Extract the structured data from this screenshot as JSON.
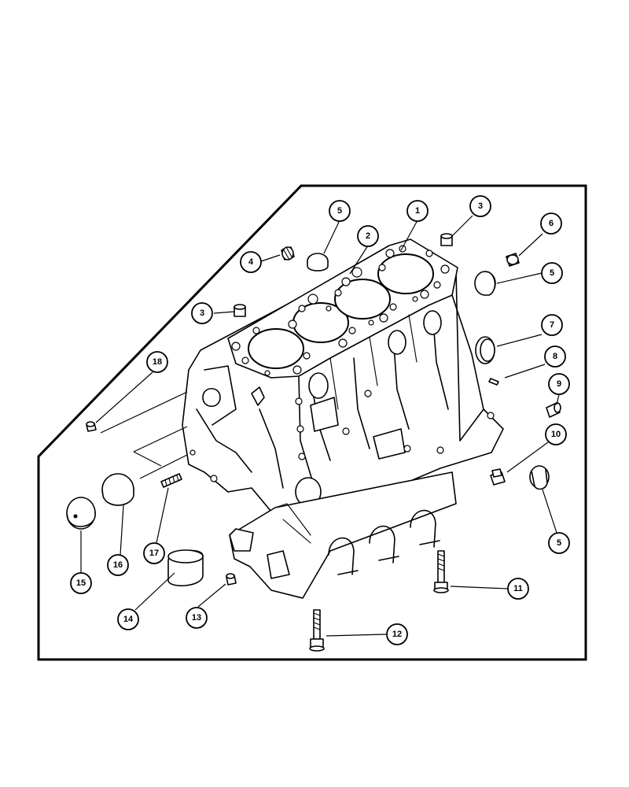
{
  "callouts": [
    {
      "id": "c1",
      "label": "1"
    },
    {
      "id": "c2",
      "label": "2"
    },
    {
      "id": "c3a",
      "label": "3"
    },
    {
      "id": "c3b",
      "label": "3"
    },
    {
      "id": "c4",
      "label": "4"
    },
    {
      "id": "c5a",
      "label": "5"
    },
    {
      "id": "c5b",
      "label": "5"
    },
    {
      "id": "c5c",
      "label": "5"
    },
    {
      "id": "c6",
      "label": "6"
    },
    {
      "id": "c7",
      "label": "7"
    },
    {
      "id": "c8",
      "label": "8"
    },
    {
      "id": "c9",
      "label": "9"
    },
    {
      "id": "c10",
      "label": "10"
    },
    {
      "id": "c11",
      "label": "11"
    },
    {
      "id": "c12",
      "label": "12"
    },
    {
      "id": "c13",
      "label": "13"
    },
    {
      "id": "c14",
      "label": "14"
    },
    {
      "id": "c15",
      "label": "15"
    },
    {
      "id": "c16",
      "label": "16"
    },
    {
      "id": "c17",
      "label": "17"
    },
    {
      "id": "c18",
      "label": "18"
    }
  ]
}
